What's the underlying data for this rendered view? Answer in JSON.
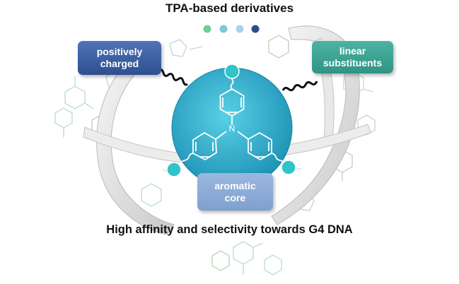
{
  "title": "TPA-based derivatives",
  "caption": "High affinity and selectivity towards G4 DNA",
  "labels": {
    "positively_charged": [
      "positively",
      "charged"
    ],
    "linear_substituents": [
      "linear",
      "substituents"
    ],
    "aromatic_core": [
      "aromatic",
      "core"
    ]
  },
  "molecule_atom": "N",
  "dot_colors": [
    "#6fcf97",
    "#7ec8d9",
    "#a9d4e8",
    "#2c4f85"
  ],
  "colors": {
    "circle_gradient_inner": "#4fc7e0",
    "circle_gradient_outer": "#1a93b6",
    "node": "#2ec4c8",
    "positively_charged": "#3d5fa3",
    "linear_substituents": "#3ea697",
    "aromatic_core": "#8fabd8"
  }
}
